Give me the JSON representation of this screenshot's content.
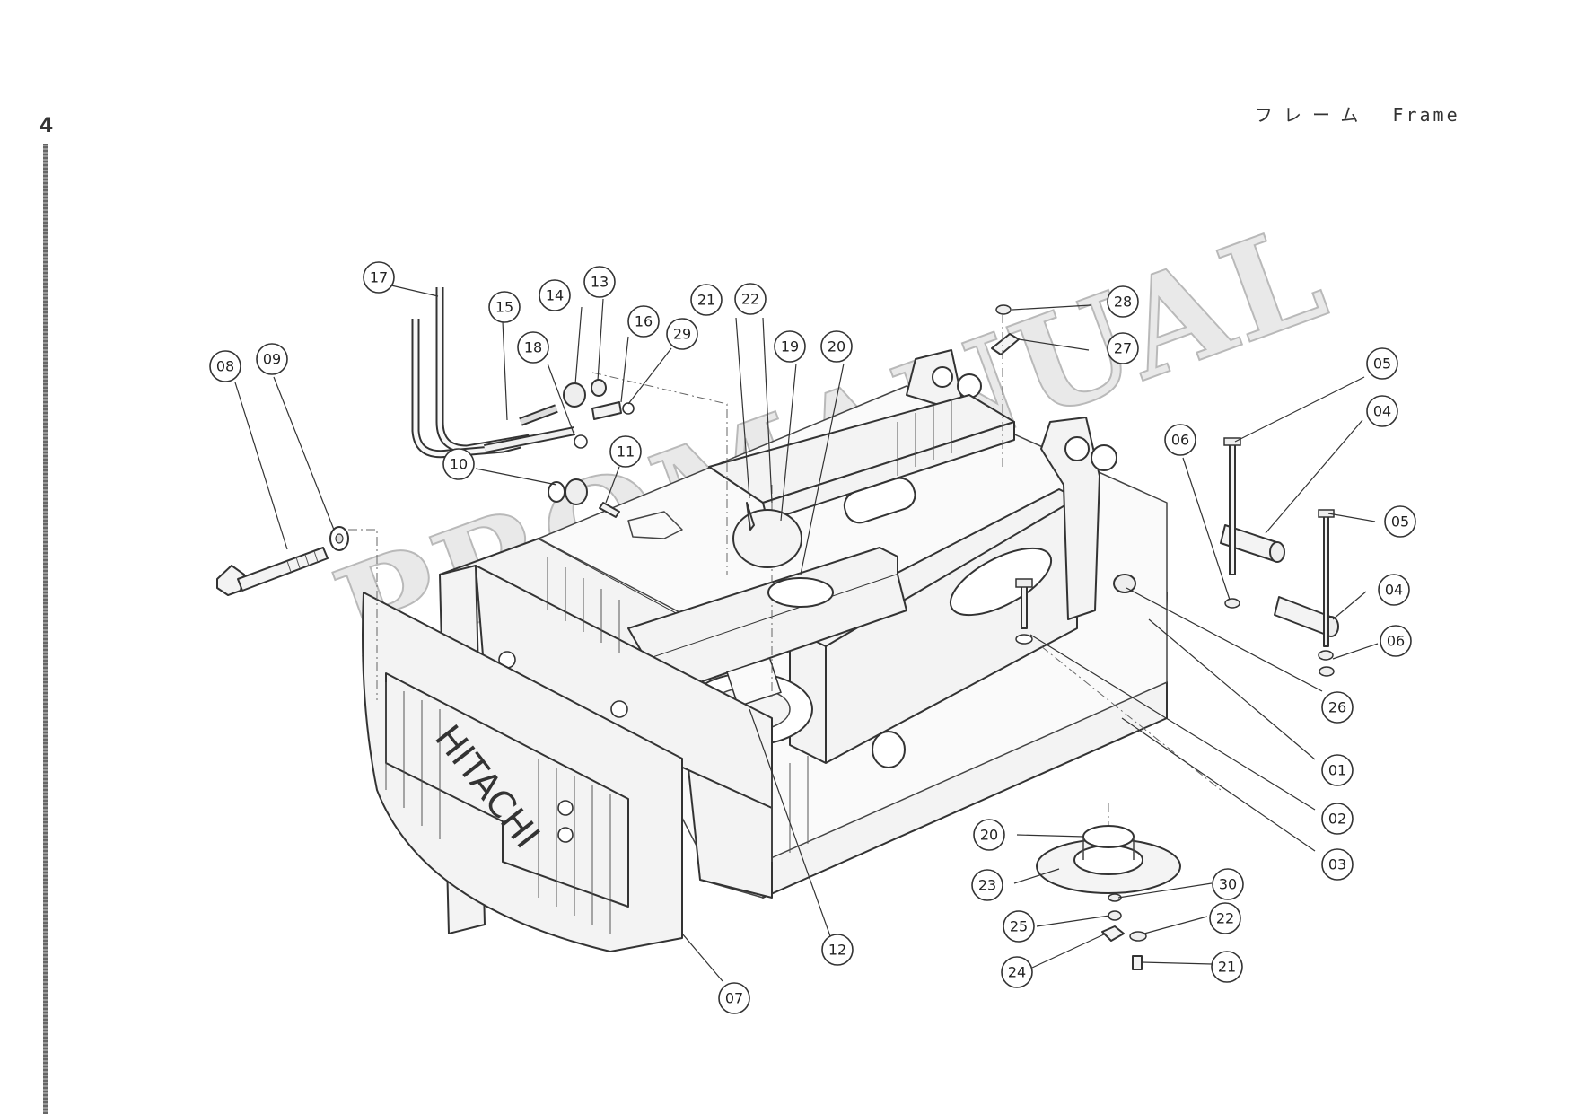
{
  "page": {
    "number": "4",
    "title_jp": "フレーム",
    "title_en": "Frame"
  },
  "watermark": {
    "text": "PROMANUAL"
  },
  "brand": {
    "text": "HITACHI"
  },
  "callouts": [
    {
      "label": "01"
    },
    {
      "label": "02"
    },
    {
      "label": "03"
    },
    {
      "label": "04"
    },
    {
      "label": "04"
    },
    {
      "label": "05"
    },
    {
      "label": "05"
    },
    {
      "label": "06"
    },
    {
      "label": "06"
    },
    {
      "label": "07"
    },
    {
      "label": "08"
    },
    {
      "label": "09"
    },
    {
      "label": "10"
    },
    {
      "label": "11"
    },
    {
      "label": "12"
    },
    {
      "label": "13"
    },
    {
      "label": "14"
    },
    {
      "label": "15"
    },
    {
      "label": "16"
    },
    {
      "label": "17"
    },
    {
      "label": "18"
    },
    {
      "label": "19"
    },
    {
      "label": "20"
    },
    {
      "label": "20"
    },
    {
      "label": "21"
    },
    {
      "label": "21"
    },
    {
      "label": "22"
    },
    {
      "label": "22"
    },
    {
      "label": "23"
    },
    {
      "label": "24"
    },
    {
      "label": "25"
    },
    {
      "label": "26"
    },
    {
      "label": "27"
    },
    {
      "label": "28"
    },
    {
      "label": "29"
    },
    {
      "label": "30"
    }
  ]
}
